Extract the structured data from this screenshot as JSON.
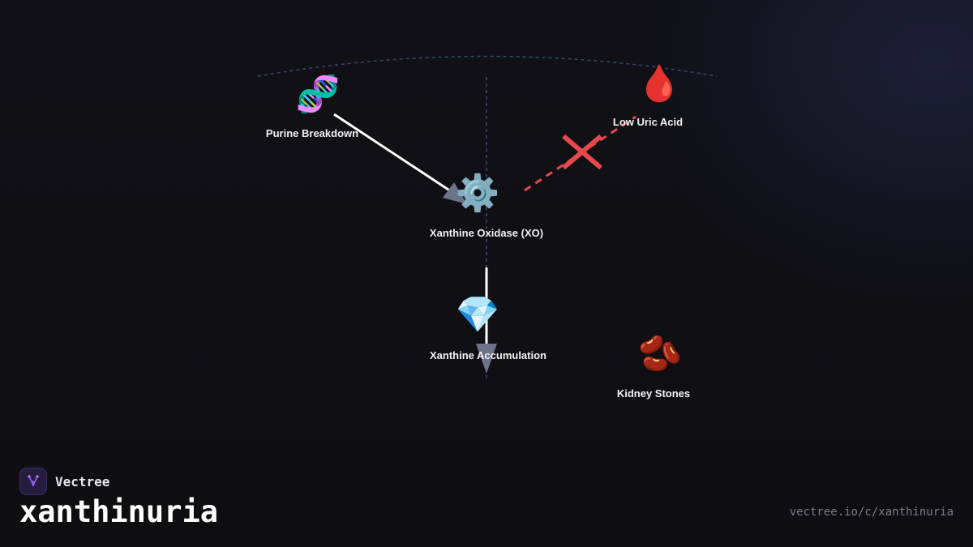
{
  "brand": {
    "name": "Vectree",
    "logo_icon": "tree-branch-icon",
    "logo_color": "#9b5cf6"
  },
  "title": "xanthinuria",
  "url": "vectree.io/c/xanthinuria",
  "nodes": {
    "purine": {
      "label": "Purine Breakdown",
      "icon": "🧬",
      "icon_name": "dna-icon"
    },
    "uric": {
      "label": "Low Uric Acid",
      "icon": "🩸",
      "icon_name": "blood-drop-icon"
    },
    "xo": {
      "label": "Xanthine Oxidase (XO)",
      "icon": "⚙️",
      "icon_name": "gear-icon"
    },
    "accum": {
      "label": "Xanthine Accumulation",
      "icon": "💎",
      "icon_name": "gem-icon"
    },
    "stones": {
      "label": "Kidney Stones",
      "icon": "🫘",
      "icon_name": "beans-icon"
    }
  },
  "colors": {
    "blocked": "#e5484d",
    "arrow": "#ffffff",
    "arrowhead": "#6b7488",
    "guide": "#3c4a66"
  }
}
